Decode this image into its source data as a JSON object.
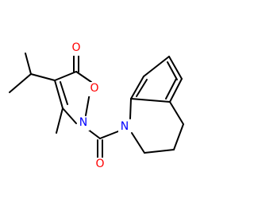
{
  "atoms": [
    {
      "id": "O_carbonyl_top",
      "symbol": "O",
      "color": "#ff0000"
    },
    {
      "id": "O_ring",
      "symbol": "O",
      "color": "#ff0000"
    },
    {
      "id": "N_ring",
      "symbol": "N",
      "color": "#0000ff"
    },
    {
      "id": "O_amide",
      "symbol": "O",
      "color": "#ff0000"
    },
    {
      "id": "N_quinoline",
      "symbol": "N",
      "color": "#0000ff"
    }
  ],
  "bond_color": "#000000",
  "background": "#ffffff"
}
